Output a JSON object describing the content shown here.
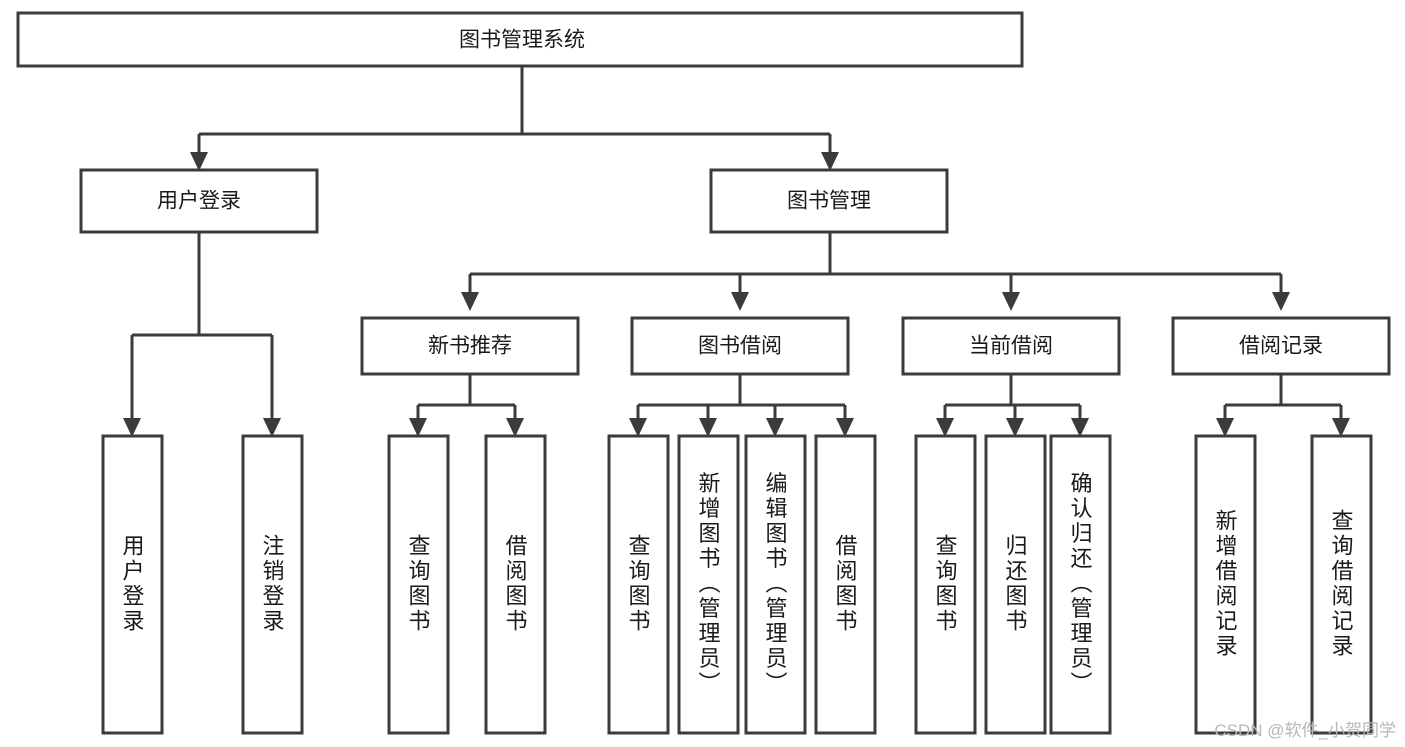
{
  "diagram": {
    "type": "tree-hierarchy-chart",
    "title": "图书管理系统",
    "watermark": "CSDN @软件_小贺同学",
    "colors": {
      "stroke": "#3b3b3b",
      "fill": "#ffffff",
      "text": "#1a1a1a",
      "watermark": "#b7b7b7",
      "background": "#ffffff"
    },
    "levels": {
      "root": {
        "label": "图书管理系统"
      },
      "level2": [
        {
          "label": "用户登录"
        },
        {
          "label": "图书管理"
        }
      ],
      "level3": [
        {
          "label": "新书推荐"
        },
        {
          "label": "图书借阅"
        },
        {
          "label": "当前借阅"
        },
        {
          "label": "借阅记录"
        }
      ],
      "leaves": {
        "user_login": [
          {
            "label": "用户登录"
          },
          {
            "label": "注销登录"
          }
        ],
        "new_book_recommend": [
          {
            "label": "查询图书"
          },
          {
            "label": "借阅图书"
          }
        ],
        "book_borrow": [
          {
            "label": "查询图书"
          },
          {
            "label": "新增图书（管理员）"
          },
          {
            "label": "编辑图书（管理员）"
          },
          {
            "label": "借阅图书"
          }
        ],
        "current_borrow": [
          {
            "label": "查询图书"
          },
          {
            "label": "归还图书"
          },
          {
            "label": "确认归还（管理员）"
          }
        ],
        "borrow_record": [
          {
            "label": "新增借阅记录"
          },
          {
            "label": "查询借阅记录"
          }
        ]
      }
    }
  }
}
